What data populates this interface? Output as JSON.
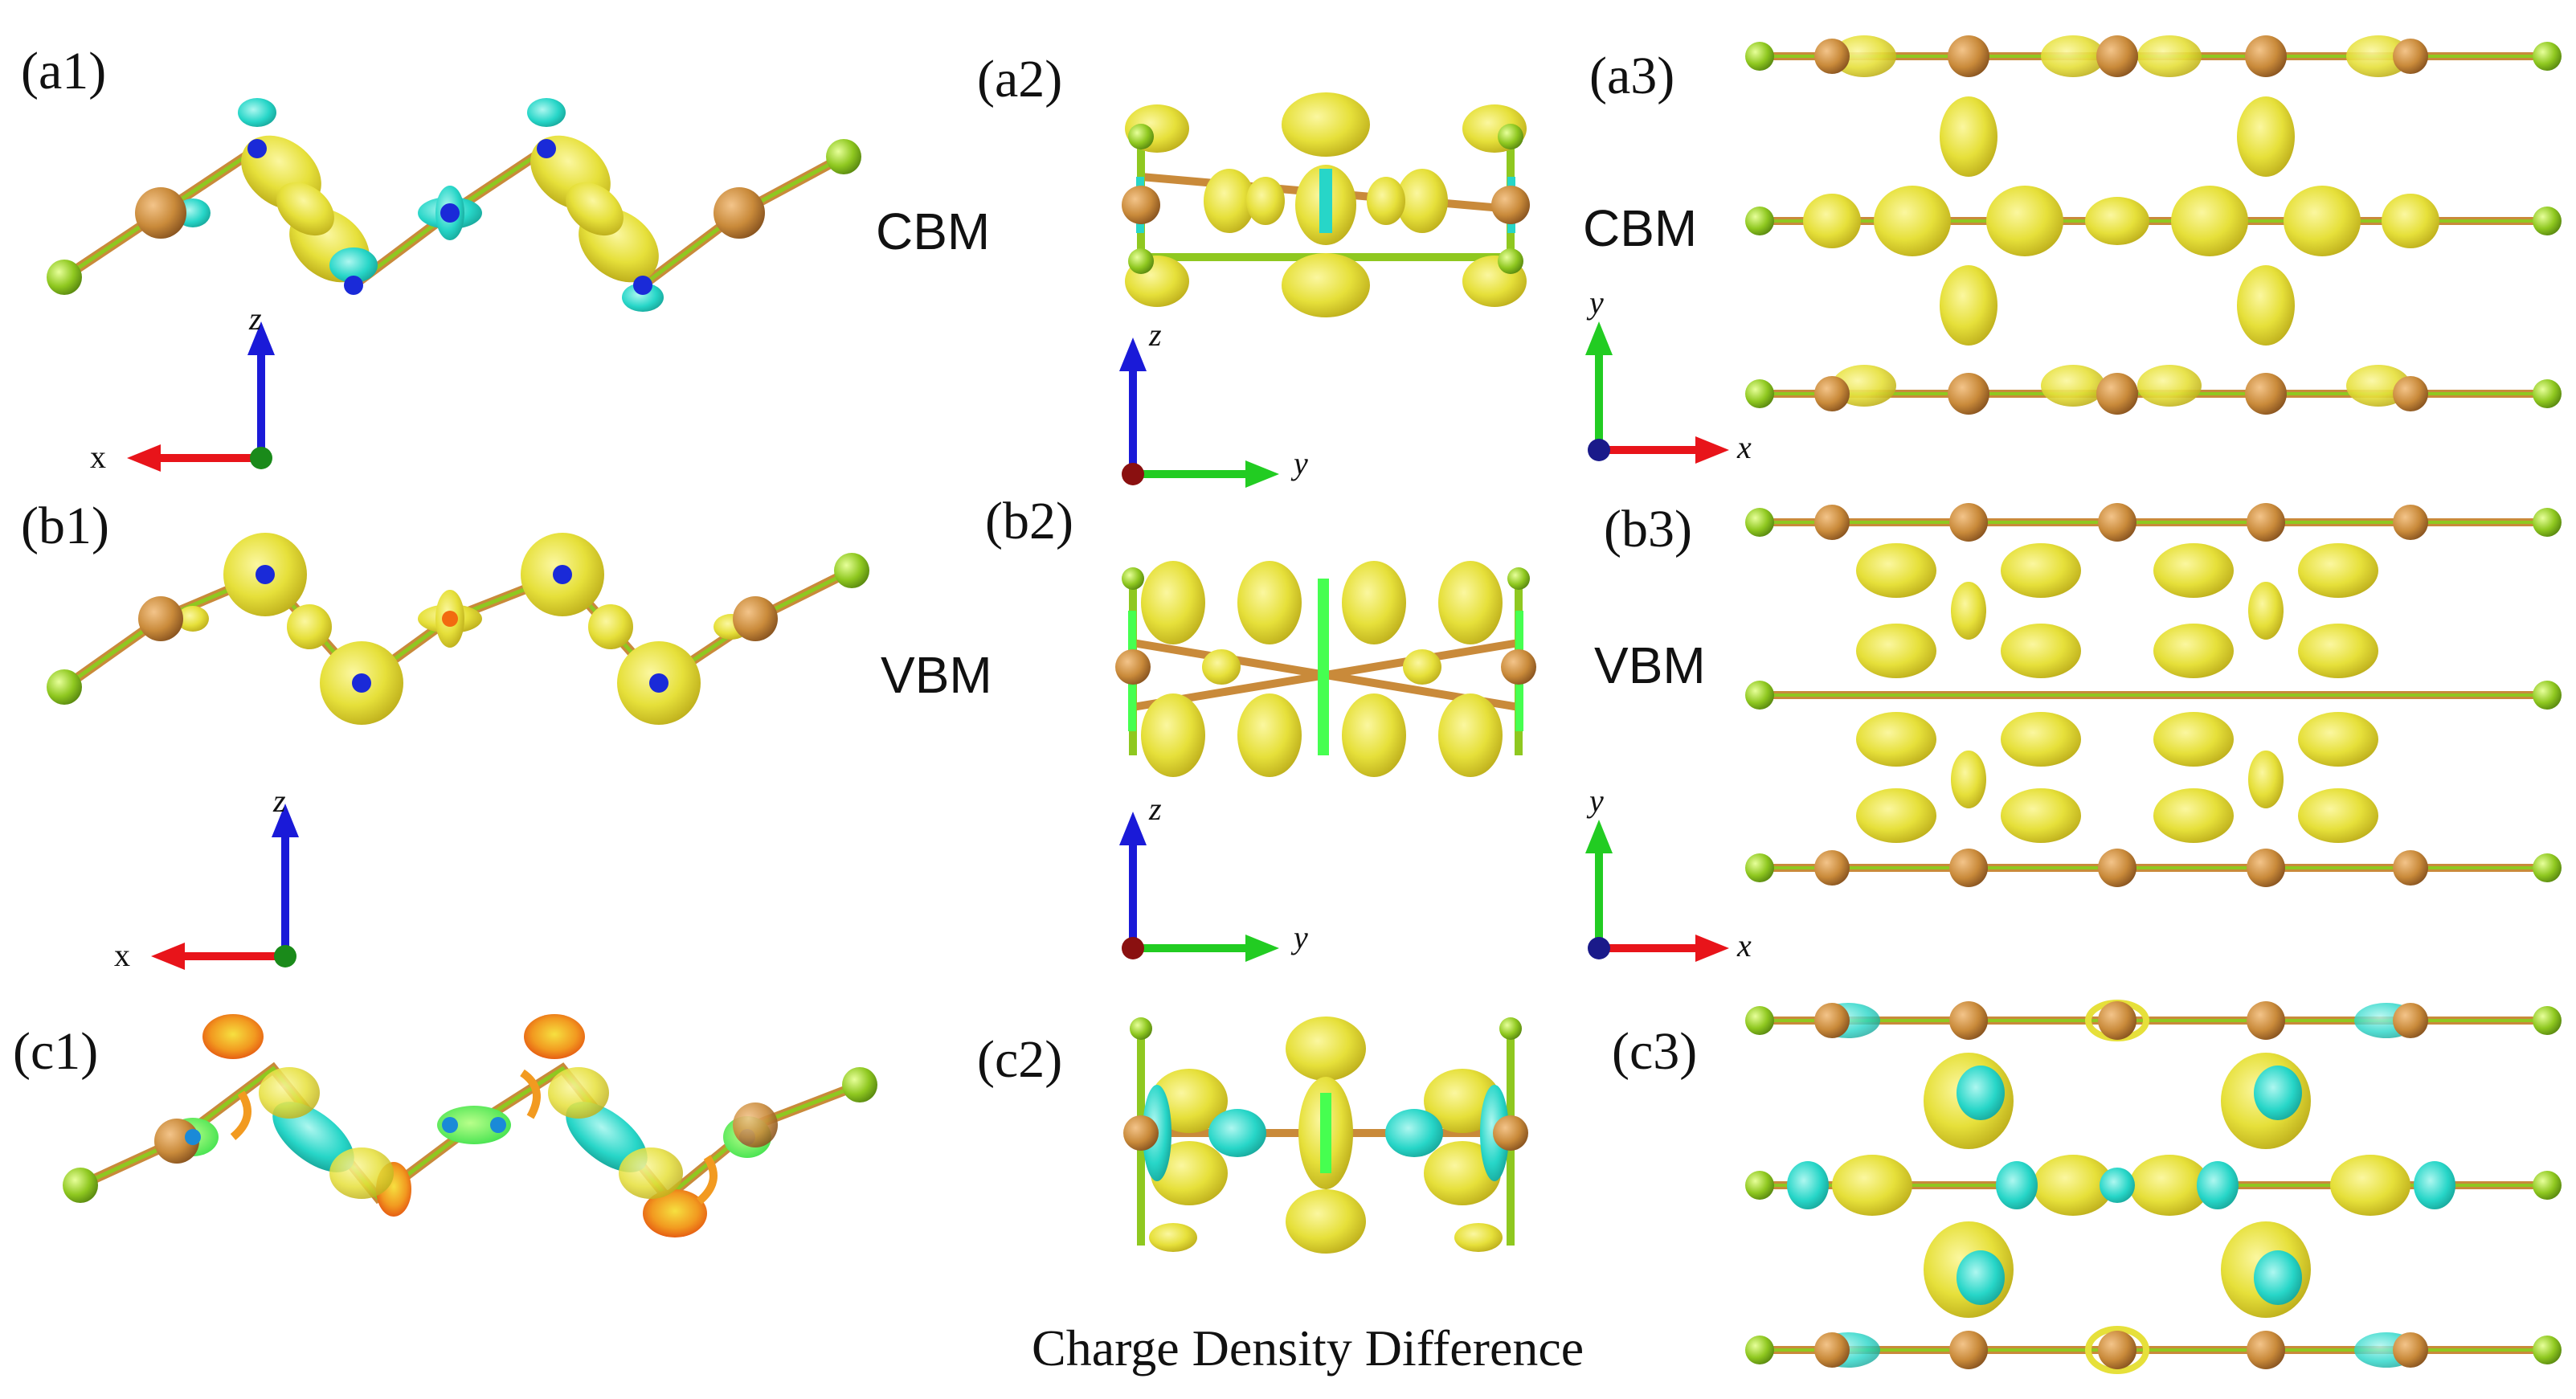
{
  "panels": {
    "a1": "(a1)",
    "a2": "(a2)",
    "a3": "(a3)",
    "b1": "(b1)",
    "b2": "(b2)",
    "b3": "(b3)",
    "c1": "(c1)",
    "c2": "(c2)",
    "c3": "(c3)"
  },
  "state_labels": {
    "cbm_side": "CBM",
    "cbm_top": "CBM",
    "vbm_side": "VBM",
    "vbm_top": "VBM"
  },
  "caption": "Charge Density Difference",
  "axes": {
    "x": "x",
    "y": "y",
    "z": "z"
  },
  "colors": {
    "isosurface_yellow": "#e6e03a",
    "isosurface_cyan": "#27d6c8",
    "isosurface_green": "#46ff50",
    "depletion_orange": "#f26a10",
    "atom_orange": "#c98a3a",
    "atom_green": "#8fc820",
    "axis_x": "#e8141a",
    "axis_y": "#22cc22",
    "axis_z": "#1a1ad8"
  }
}
